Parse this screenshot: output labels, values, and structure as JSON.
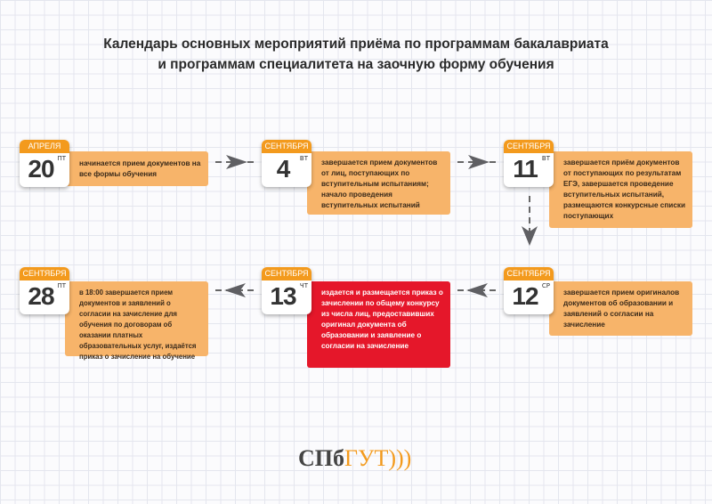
{
  "title": [
    "Календарь основных мероприятий приёма по программам бакалавриата",
    "и программам специалитета на заочную форму обучения"
  ],
  "events": [
    {
      "month": "АПРЕЛЯ",
      "day": "20",
      "weekday": "ПТ",
      "text": "начинается прием документов на все формы обучения"
    },
    {
      "month": "СЕНТЯБРЯ",
      "day": "4",
      "weekday": "ВТ",
      "text": "завершается прием документов от лиц, поступающих по вступительным испытаниям; начало проведения вступительных испытаний"
    },
    {
      "month": "СЕНТЯБРЯ",
      "day": "11",
      "weekday": "ВТ",
      "text": "завершается приём документов от поступающих по результатам ЕГЭ, завершается проведение вступительных испытаний, размещаются конкурсные списки поступающих"
    },
    {
      "month": "СЕНТЯБРЯ",
      "day": "12",
      "weekday": "СР",
      "text": "завершается прием оригиналов документов об образовании и заявлений о согласии на зачисление"
    },
    {
      "month": "СЕНТЯБРЯ",
      "day": "13",
      "weekday": "ЧТ",
      "text": "издается и размещается приказ о зачислении по общему конкурсу из числа лиц, предоставивших оригинал документа об образовании и заявление о согласии на зачисление"
    },
    {
      "month": "СЕНТЯБРЯ",
      "day": "28",
      "weekday": "ПТ",
      "text": "в 18:00 завершается прием документов и заявлений о согласии на зачисление для обучения по договорам об оказании платных образовательных услуг, издаётся приказ о зачисление на обучение"
    }
  ],
  "logo": {
    "part1": "СПб",
    "part2": "ГУТ)))"
  },
  "colors": {
    "accent": "#f39a1d",
    "box": "#f7b46a",
    "highlight": "#e5172a"
  }
}
